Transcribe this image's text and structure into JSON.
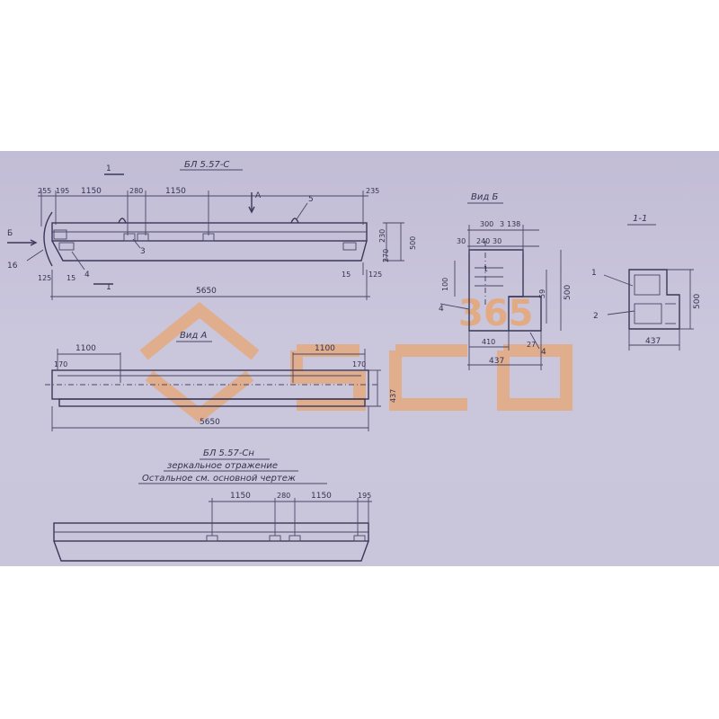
{
  "titles": {
    "main": "БЛ 5.57-С",
    "view_b": "Вид Б",
    "section": "1-1",
    "view_a": "Вид А",
    "mirror_code": "БЛ 5.57-Сн",
    "mirror_note": "зеркальное отражение",
    "rest_note": "Остальное см. основной чертеж"
  },
  "markers": {
    "arrow_a": "А",
    "arrow_b": "Б",
    "cut_1": "1",
    "pos_1": "1",
    "pos_2": "2",
    "pos_3": "3",
    "pos_4": "4",
    "pos_5": "5",
    "pos_16": "16"
  },
  "dims_elevation": {
    "d255_left": "255",
    "d195_left": "195",
    "d1150_a": "1150",
    "d280": "280",
    "d1150_b": "1150",
    "d235_right": "235",
    "d230": "230",
    "d270": "270",
    "d500": "500",
    "d125_left": "125",
    "d15_left": "15",
    "d15_right": "15",
    "d125_right": "125",
    "d5650": "5650"
  },
  "dims_view_b": {
    "d300": "300",
    "d3": "3",
    "d138": "138",
    "d30a": "30",
    "d240": "240",
    "d30b": "30",
    "d100": "100",
    "d59": "59",
    "d500": "500",
    "d410": "410",
    "d27": "27",
    "d437": "437"
  },
  "dims_section": {
    "d500": "500",
    "d437": "437"
  },
  "dims_view_a": {
    "d1100_left": "1100",
    "d1100_right": "1100",
    "d170_left": "170",
    "d170_right": "170",
    "d437": "437",
    "d5650": "5650"
  },
  "dims_mirror": {
    "d1150_a": "1150",
    "d280": "280",
    "d1150_b": "1150",
    "d195": "195"
  },
  "watermark": {
    "text": "365",
    "color": "#f39a4a"
  }
}
